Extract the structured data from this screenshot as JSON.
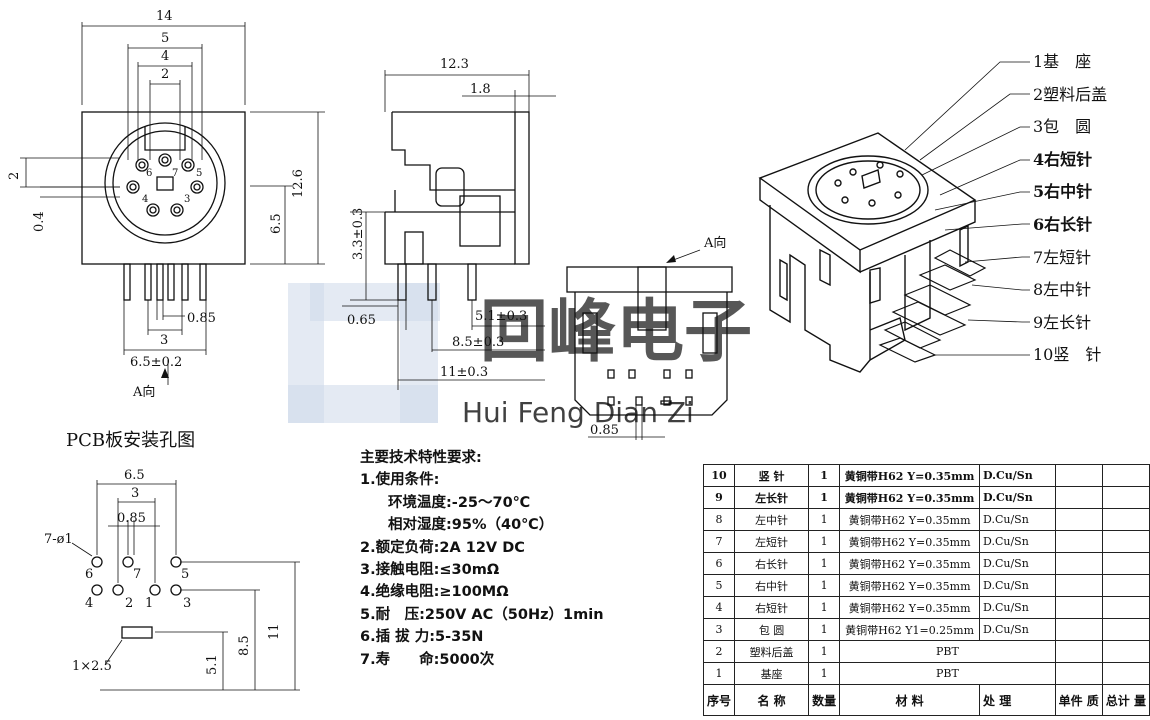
{
  "front_view": {
    "dims": {
      "w14": "14",
      "w5": "5",
      "w4": "4",
      "w2": "2",
      "h12_6": "12.6",
      "h6_5": "6.5",
      "h2": "2",
      "h0_4": "0.4",
      "w0_85": "0.85",
      "w3": "3",
      "w6_5": "6.5±0.2"
    },
    "pins": [
      "6",
      "7",
      "5",
      "4",
      "3"
    ],
    "arrow_label": "A向"
  },
  "side_view": {
    "dims": {
      "w12_3": "12.3",
      "w1_8": "1.8",
      "h3_3": "3.3±0.3",
      "w0_65": "0.65",
      "w5_1": "5.1±0.3",
      "w8_5": "8.5±0.3",
      "w11": "11±0.3"
    }
  },
  "bottom_view": {
    "arrow_label": "A向",
    "dim": "0.85"
  },
  "callouts": [
    {
      "text": "1基　座",
      "bold": false
    },
    {
      "text": "2塑料后盖",
      "bold": false
    },
    {
      "text": "3包　圆",
      "bold": false
    },
    {
      "text": "4右短针",
      "bold": true
    },
    {
      "text": "5右中针",
      "bold": true
    },
    {
      "text": "6右长针",
      "bold": true
    },
    {
      "text": "7左短针",
      "bold": false
    },
    {
      "text": "8左中针",
      "bold": false
    },
    {
      "text": "9左长针",
      "bold": false
    },
    {
      "text": "10竖　针",
      "bold": false
    }
  ],
  "watermark": {
    "main": "回峰电子",
    "sub": "Hui Feng Dian Zi"
  },
  "pcb": {
    "title": "PCB板安装孔图",
    "dims": {
      "w6_5": "6.5",
      "w3": "3",
      "w0_85": "0.85",
      "hole": "7-ø1",
      "slot": "1×2.5",
      "h11": "11",
      "h8_5": "8.5",
      "h5_1": "5.1"
    },
    "pins": [
      "6",
      "7",
      "5",
      "4",
      "2",
      "1",
      "3"
    ]
  },
  "specs": {
    "title": "主要技术特性要求:",
    "items": [
      "1.使用条件:",
      "环境温度:-25～70℃",
      "相对湿度:95%（40℃）",
      "2.额定负荷:2A 12V DC",
      "3.接触电阻:≤30mΩ",
      "4.绝缘电阻:≥100MΩ",
      "5.耐　压:250V AC（50Hz）1min",
      "6.插 拔 力:5-35N",
      "7.寿　　命:5000次"
    ]
  },
  "bom": {
    "rows": [
      {
        "no": "10",
        "name": "竖 针",
        "qty": "1",
        "material": "黄铜带H62 Y=0.35mm",
        "finish": "D.Cu/Sn",
        "bold": true
      },
      {
        "no": "9",
        "name": "左长针",
        "qty": "1",
        "material": "黄铜带H62 Y=0.35mm",
        "finish": "D.Cu/Sn",
        "bold": true
      },
      {
        "no": "8",
        "name": "左中针",
        "qty": "1",
        "material": "黄铜带H62 Y=0.35mm",
        "finish": "D.Cu/Sn",
        "bold": false
      },
      {
        "no": "7",
        "name": "左短针",
        "qty": "1",
        "material": "黄铜带H62 Y=0.35mm",
        "finish": "D.Cu/Sn",
        "bold": false
      },
      {
        "no": "6",
        "name": "右长针",
        "qty": "1",
        "material": "黄铜带H62 Y=0.35mm",
        "finish": "D.Cu/Sn",
        "bold": false
      },
      {
        "no": "5",
        "name": "右中针",
        "qty": "1",
        "material": "黄铜带H62 Y=0.35mm",
        "finish": "D.Cu/Sn",
        "bold": false
      },
      {
        "no": "4",
        "name": "右短针",
        "qty": "1",
        "material": "黄铜带H62 Y=0.35mm",
        "finish": "D.Cu/Sn",
        "bold": false
      },
      {
        "no": "3",
        "name": "包 圆",
        "qty": "1",
        "material": "黄铜带H62 Y1=0.25mm",
        "finish": "D.Cu/Sn",
        "bold": false
      },
      {
        "no": "2",
        "name": "塑料后盖",
        "qty": "1",
        "material": "PBT",
        "finish": "",
        "bold": false
      },
      {
        "no": "1",
        "name": "基座",
        "qty": "1",
        "material": "PBT",
        "finish": "",
        "bold": false
      }
    ],
    "header": {
      "no": "序号",
      "name": "名 称",
      "qty": "数量",
      "material": "材 料",
      "finish": "处 理",
      "unit": "单件 质",
      "total": "总计 量"
    }
  }
}
